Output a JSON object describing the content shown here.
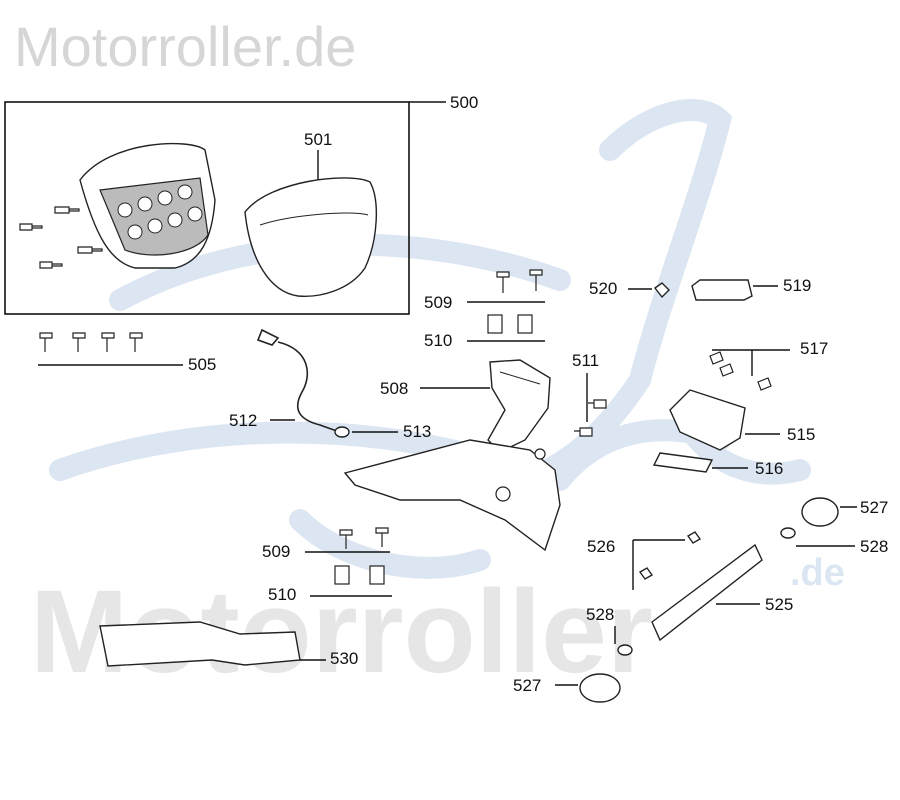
{
  "header": {
    "title": "Motorroller.de"
  },
  "watermark": {
    "big_text": "Motorroller",
    "small_text": ".de"
  },
  "colors": {
    "watermark_blue": "#dbe6f2",
    "watermark_gray": "#e6e6e6",
    "line": "#111111"
  },
  "callouts": {
    "c500": "500",
    "c501": "501",
    "c505": "505",
    "c508": "508",
    "c509_top": "509",
    "c510_top": "510",
    "c511": "511",
    "c512": "512",
    "c513": "513",
    "c515": "515",
    "c516": "516",
    "c517": "517",
    "c519": "519",
    "c520": "520",
    "c525": "525",
    "c526": "526",
    "c527_right": "527",
    "c527_bottom": "527",
    "c528_right": "528",
    "c528_bottom": "528",
    "c509_bottom": "509",
    "c510_bottom": "510",
    "c530": "530"
  }
}
